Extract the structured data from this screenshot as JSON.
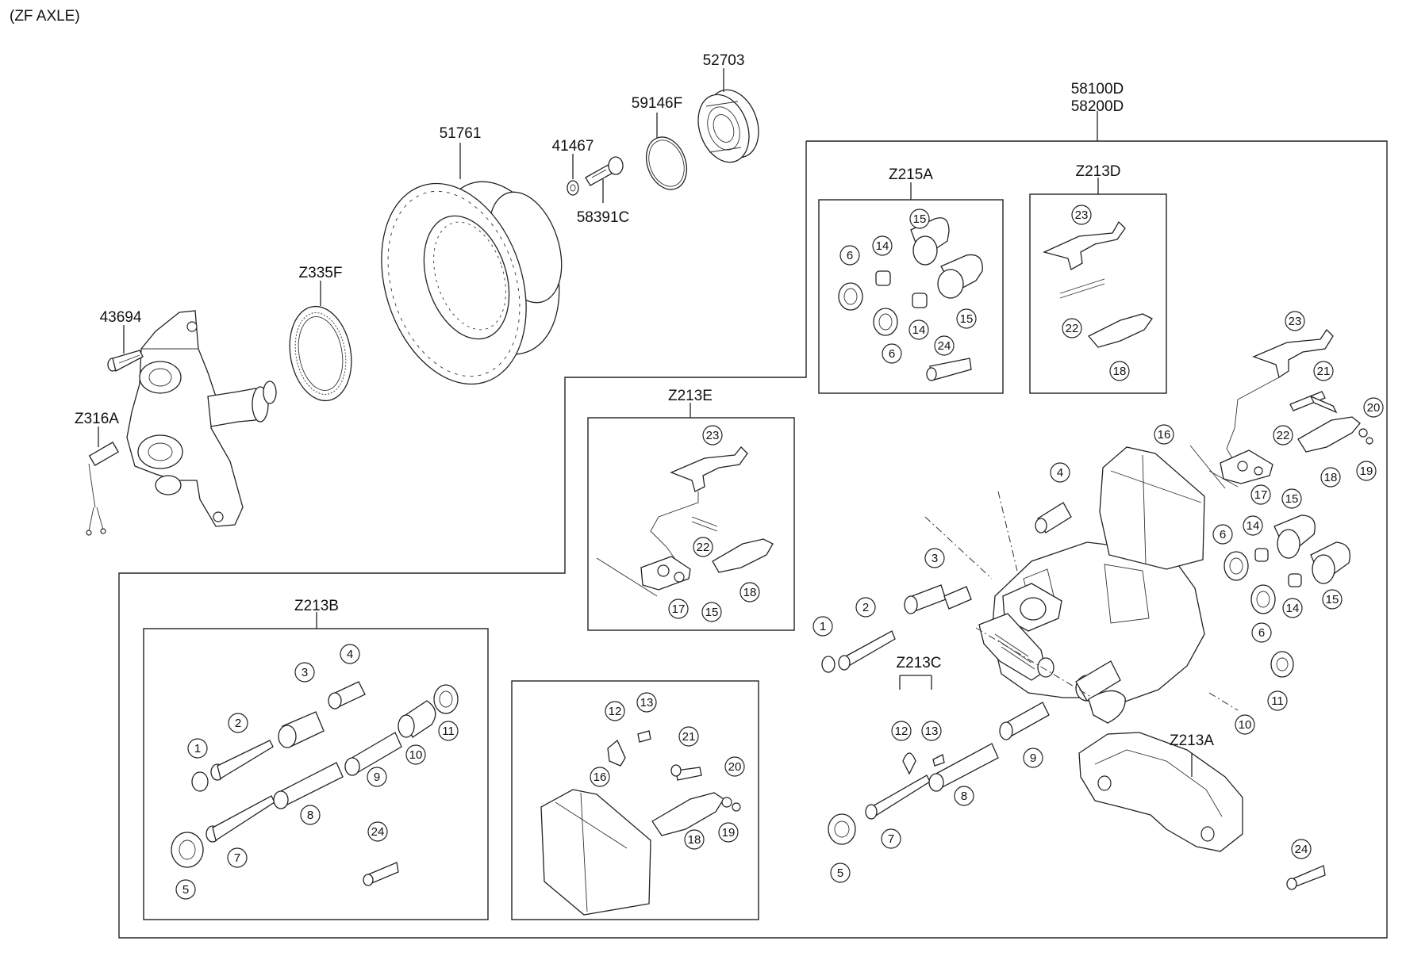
{
  "header": {
    "title": "(ZF AXLE)"
  },
  "labels": {
    "l43694": "43694",
    "lZ316A": "Z316A",
    "lZ335F": "Z335F",
    "l51761": "51761",
    "l41467": "41467",
    "l58391C": "58391C",
    "l59146F": "59146F",
    "l52703": "52703",
    "l58100D": "58100D",
    "l58200D": "58200D",
    "lZ215A": "Z215A",
    "lZ213D": "Z213D",
    "lZ213E": "Z213E",
    "lZ213B": "Z213B",
    "lZ213C": "Z213C",
    "lZ213A": "Z213A"
  },
  "callouts": {
    "c1": "1",
    "c2": "2",
    "c3": "3",
    "c4": "4",
    "c5": "5",
    "c6": "6",
    "c7": "7",
    "c8": "8",
    "c9": "9",
    "c10": "10",
    "c11": "11",
    "c12": "12",
    "c13": "13",
    "c14": "14",
    "c15": "15",
    "c16": "16",
    "c17": "17",
    "c18": "18",
    "c19": "19",
    "c20": "20",
    "c21": "21",
    "c22": "22",
    "c23": "23",
    "c24": "24"
  }
}
